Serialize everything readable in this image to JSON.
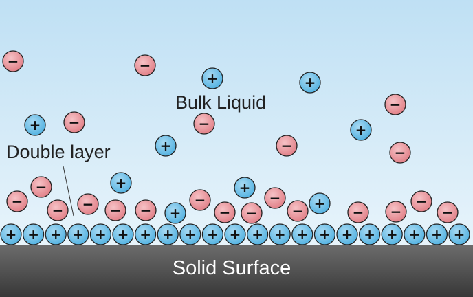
{
  "labels": {
    "bulk_liquid": "Bulk Liquid",
    "double_layer": "Double layer",
    "solid_surface": "Solid Surface"
  },
  "ion_signs": {
    "positive": "+",
    "negative": "−"
  },
  "colors": {
    "liquid_top": "#bfe0f4",
    "liquid_bottom": "#e8f4fb",
    "positive_ion": "#4fb0e0",
    "positive_ion_light": "#a9daf3",
    "negative_ion": "#e07d85",
    "negative_ion_light": "#f6c2c6",
    "surface_top": "#6c6c6c",
    "surface_bottom": "#383838",
    "outline": "#222222"
  }
}
